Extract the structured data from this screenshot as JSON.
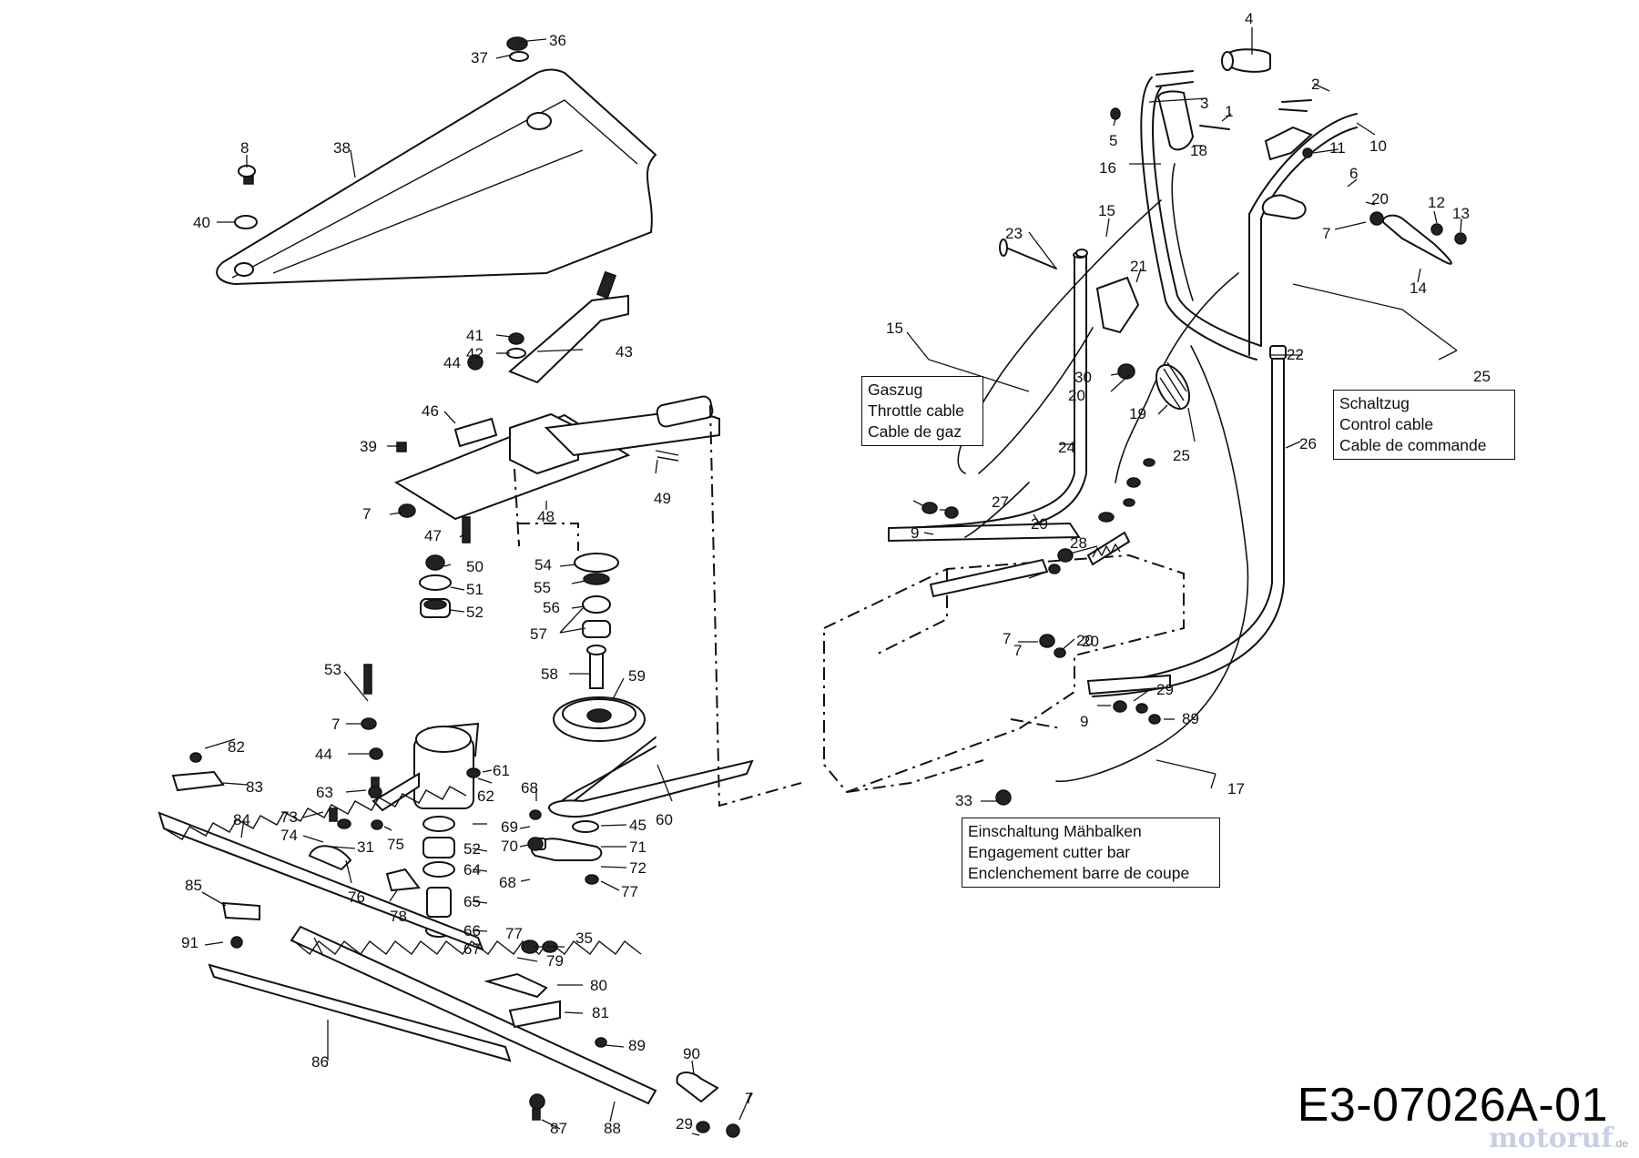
{
  "drawing_number": "E3-07026A-01",
  "watermark": {
    "text": "motoruf",
    "suffix": ".de"
  },
  "legends": {
    "throttle_cable": {
      "de": "Gaszug",
      "en": "Throttle cable",
      "fr": "Cable de gaz"
    },
    "control_cable": {
      "de": "Schaltzug",
      "en": "Control cable",
      "fr": "Cable de commande"
    },
    "cutter_bar_engagement": {
      "de": "Einschaltung Mähbalken",
      "en": "Engagement cutter bar",
      "fr": "Enclenchement barre de coupe"
    }
  },
  "part_labels": [
    "36",
    "37",
    "38",
    "8",
    "40",
    "41",
    "42",
    "43",
    "44",
    "46",
    "39",
    "48",
    "49",
    "7",
    "47",
    "50",
    "51",
    "52",
    "54",
    "55",
    "56",
    "57",
    "58",
    "59",
    "60",
    "53",
    "7",
    "44",
    "63",
    "62",
    "61",
    "82",
    "83",
    "84",
    "73",
    "74",
    "75",
    "31",
    "76",
    "52",
    "64",
    "65",
    "66",
    "67",
    "68",
    "69",
    "70",
    "71",
    "45",
    "72",
    "68",
    "77",
    "78",
    "85",
    "91",
    "86",
    "77",
    "35",
    "79",
    "80",
    "81",
    "89",
    "87",
    "88",
    "29",
    "90",
    "7",
    "4",
    "2",
    "3",
    "1",
    "5",
    "18",
    "16",
    "11",
    "10",
    "6",
    "20",
    "7",
    "12",
    "13",
    "14",
    "15",
    "23",
    "21",
    "15",
    "22",
    "25",
    "30",
    "20",
    "19",
    "25",
    "24",
    "26",
    "27",
    "9",
    "29",
    "28",
    "7",
    "20",
    "7",
    "20",
    "29",
    "9",
    "89",
    "33",
    "17"
  ]
}
